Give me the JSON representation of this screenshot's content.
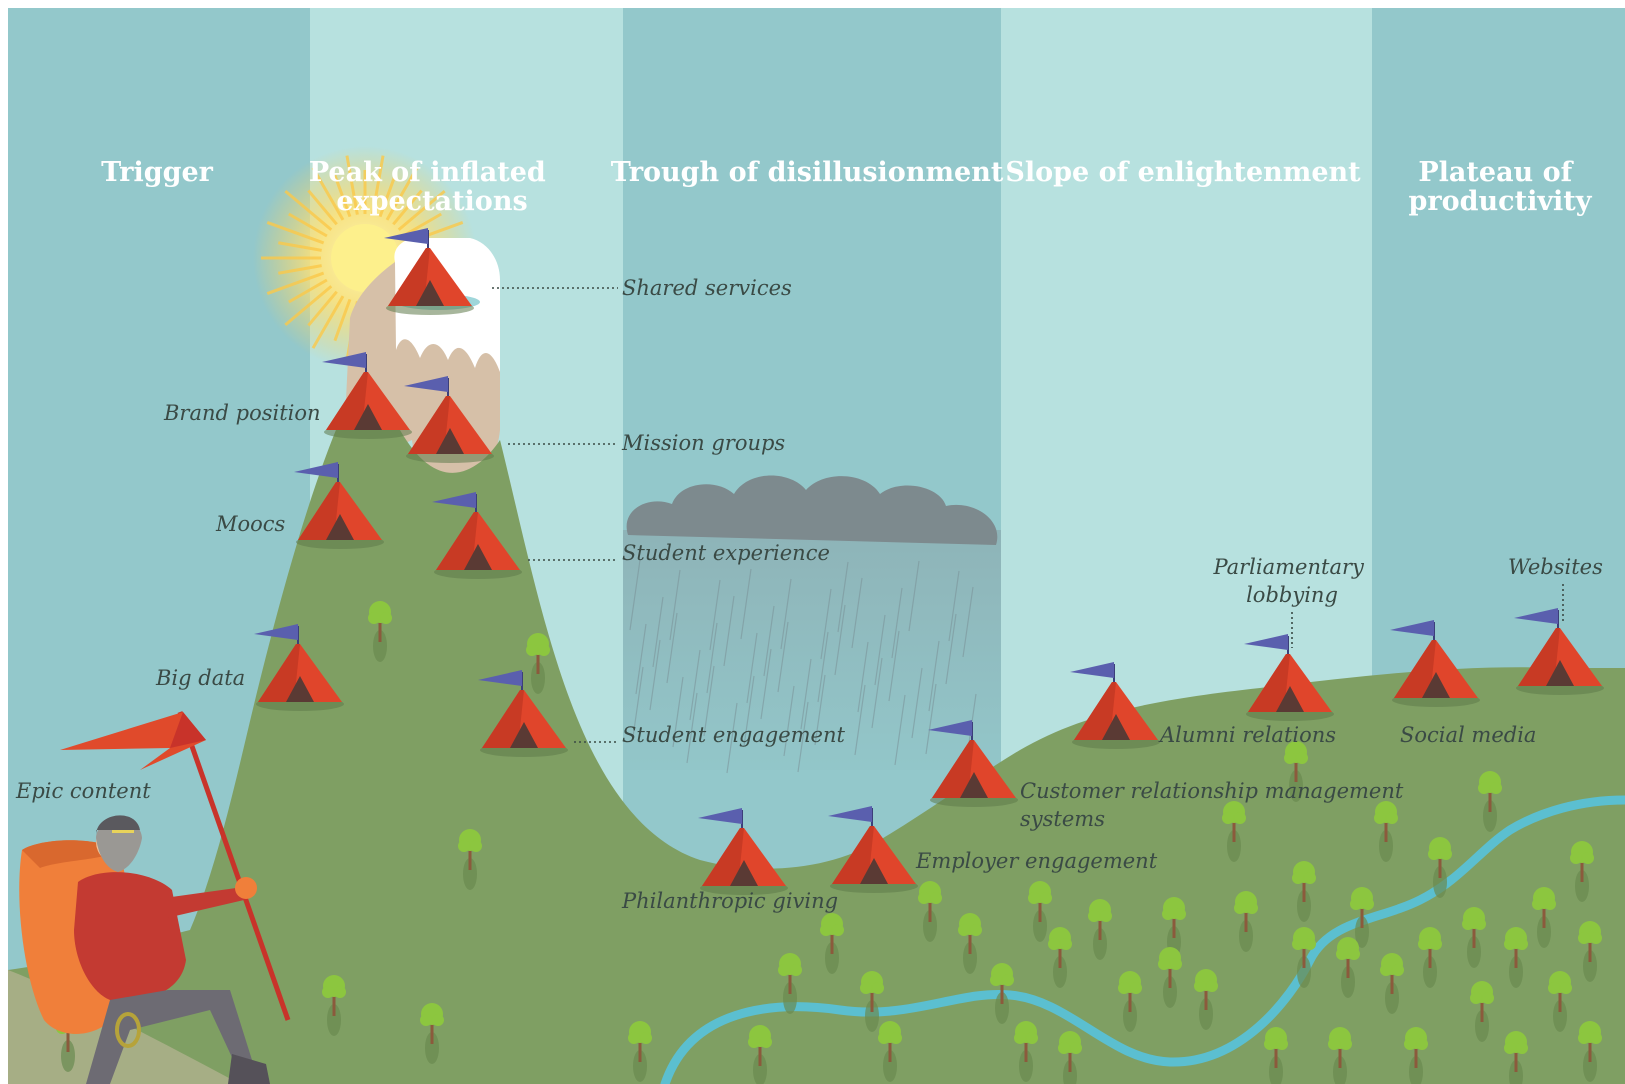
{
  "phases": [
    {
      "title_lines": [
        "Trigger"
      ]
    },
    {
      "title_lines": [
        "Peak of inflated",
        "expectations"
      ]
    },
    {
      "title_lines": [
        "Trough of disillusionment"
      ]
    },
    {
      "title_lines": [
        "Slope of enlightenment"
      ]
    },
    {
      "title_lines": [
        "Plateau of",
        "productivity"
      ]
    }
  ],
  "labels": {
    "shared_services": "Shared services",
    "brand_position": "Brand position",
    "mission_groups": "Mission groups",
    "moocs": "Moocs",
    "student_experience": "Student experience",
    "big_data": "Big data",
    "student_engagement": "Student engagement",
    "epic_content": "Epic content",
    "philanthropic_giving": "Philanthropic giving",
    "employer_engagement": "Employer engagement",
    "crm_line1": "Customer relationship management",
    "crm_line2": "systems",
    "alumni_relations": "Alumni relations",
    "parliamentary_line1": "Parliamentary",
    "parliamentary_line2": "lobbying",
    "social_media": "Social media",
    "websites": "Websites"
  },
  "colors": {
    "band_dark": "#93c8cb",
    "band_light": "#b7e1df",
    "hill": "#7f9f63",
    "tent": "#e0452b",
    "flag": "#5a5fae",
    "river": "#5bbfd0",
    "tree": "#8cc63f",
    "snow": "#ffffff",
    "rock": "#d6c0a8",
    "cloud": "#7d8a8e",
    "sun": "#fbe78a"
  },
  "icons": [
    "sun-icon",
    "tent-icon",
    "flag-icon",
    "tree-icon",
    "cloud-icon",
    "rain-icon",
    "river-icon",
    "hiker-icon"
  ]
}
